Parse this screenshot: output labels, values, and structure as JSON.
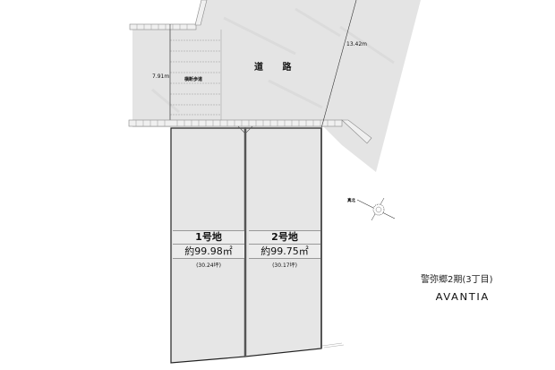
{
  "road": {
    "label": "道 路",
    "crosswalk_label": "横断歩道",
    "width_dimension": "7.91m",
    "frontage_dimension": "13.42m",
    "fill_color": "#e4e4e4"
  },
  "compass": {
    "label": "真北"
  },
  "lots": [
    {
      "name": "1号地",
      "area": "約99.98㎡",
      "tsubo": "(30.24坪)"
    },
    {
      "name": "2号地",
      "area": "約99.75㎡",
      "tsubo": "(30.17坪)"
    }
  ],
  "lot_fill_color": "#e6e6e6",
  "project": {
    "name": "警弥郷2期(3丁目)",
    "brand": "AVANTIA"
  }
}
